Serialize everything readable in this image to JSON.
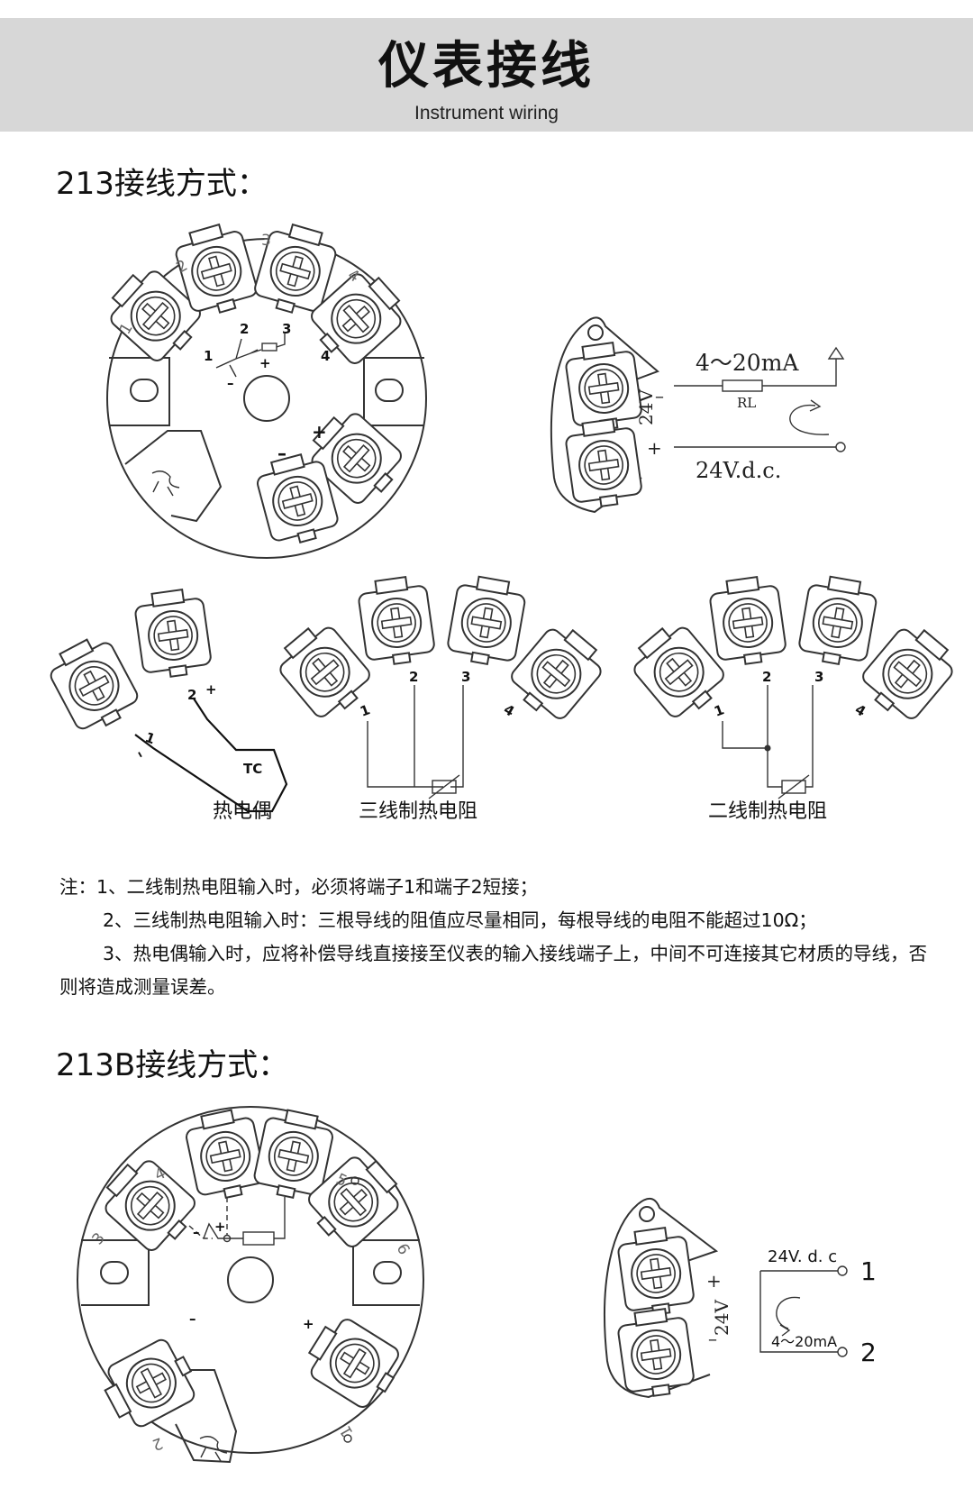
{
  "header": {
    "title": "仪表接线",
    "subtitle": "Instrument wiring"
  },
  "section1": {
    "title": "213接线方式：",
    "board": {
      "terminal_labels": [
        "1",
        "2",
        "3",
        "4"
      ],
      "inner_labels": [
        "1",
        "2",
        "3",
        "4"
      ],
      "signs": {
        "minus": "–",
        "plus": "+",
        "pin_plus": "+"
      }
    },
    "loop": {
      "current": "4～20mA",
      "resistor": "RL",
      "supply": "24V.d.c.",
      "voltage": "24V",
      "minus": "–",
      "plus": "+"
    },
    "tc": {
      "label": "TC",
      "pins": [
        "1",
        "2"
      ],
      "minus": "–",
      "plus": "+",
      "caption": "热电偶"
    },
    "rtd3": {
      "pins": [
        "1",
        "2",
        "3",
        "4"
      ],
      "caption": "三线制热电阻"
    },
    "rtd2": {
      "pins": [
        "1",
        "2",
        "3",
        "4"
      ],
      "caption": "二线制热电阻"
    }
  },
  "notes": [
    "注：1、二线制热电阻输入时，必须将端子1和端子2短接；",
    "2、三线制热电阻输入时：三根导线的阻值应尽量相同，每根导线的电阻不能超过10Ω；",
    "3、热电偶输入时，应将补偿导线直接接至仪表的输入接线端子上，中间不可连接其它材质的导线，否则将造成测量误差。"
  ],
  "section2": {
    "title": "213B接线方式：",
    "board": {
      "terminal_labels": [
        "3",
        "4",
        "5",
        "6",
        "2",
        "1"
      ],
      "signs": {
        "minus": "–",
        "plus": "+",
        "tc_minus": "–",
        "tc_plus": "+"
      }
    },
    "loop": {
      "supply": "24V. d. c",
      "current": "4～20mA",
      "voltage": "24V",
      "plus": "+",
      "minus": "–",
      "terminals": [
        "1",
        "2"
      ]
    }
  }
}
